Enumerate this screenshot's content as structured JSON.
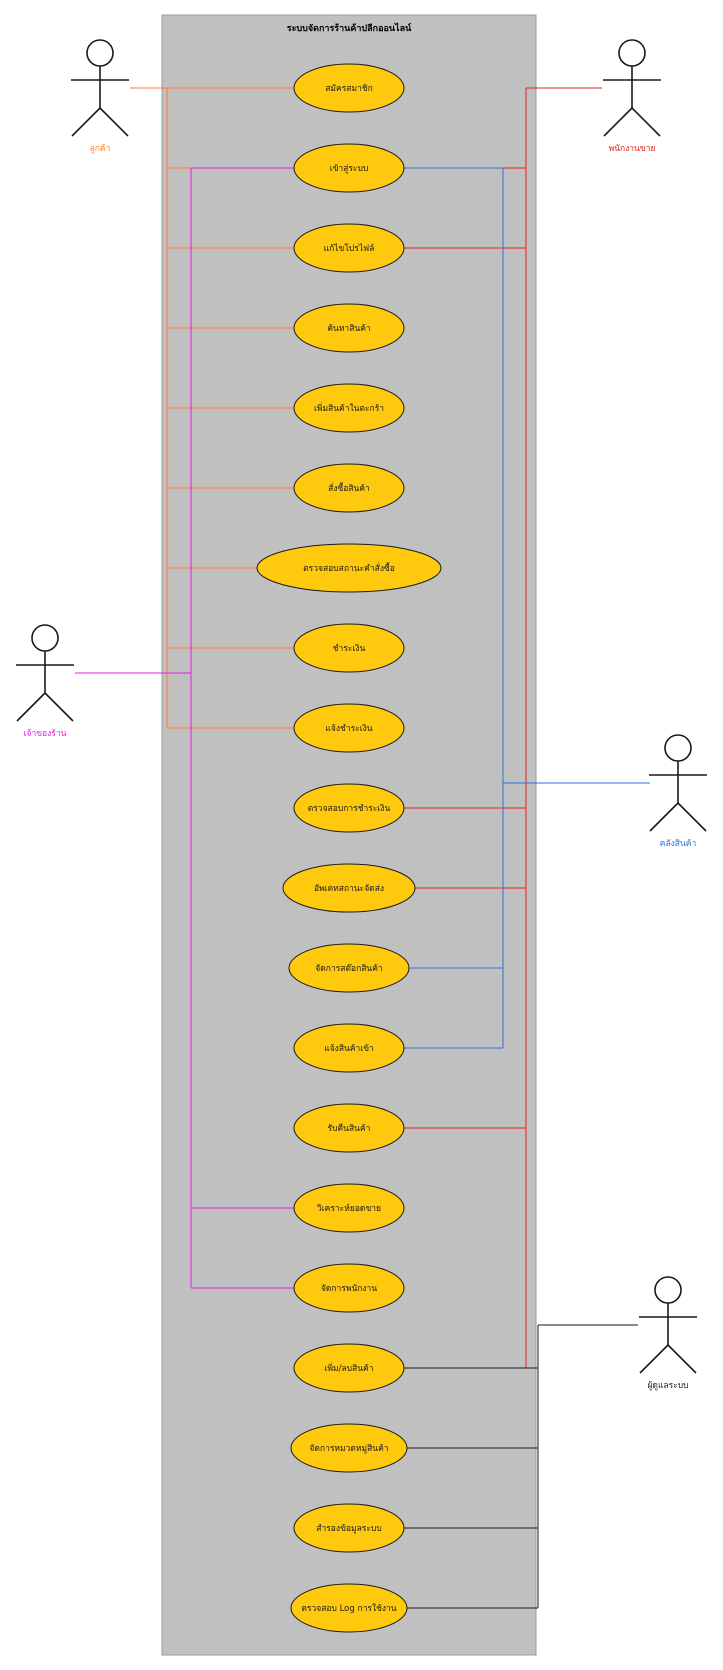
{
  "diagram": {
    "system_title": "ระบบจัดการร้านค้าปลีกออนไลน์",
    "actors": [
      {
        "id": "customer",
        "name": "ลูกค้า",
        "color": "#ff7f27"
      },
      {
        "id": "sales",
        "name": "พนักงานขาย",
        "color": "#e02020"
      },
      {
        "id": "owner",
        "name": "เจ้าของร้าน",
        "color": "#e020e0"
      },
      {
        "id": "warehouse",
        "name": "คลังสินค้า",
        "color": "#2f6fe0"
      },
      {
        "id": "admin",
        "name": "ผู้ดูแลระบบ",
        "color": "#1a1a1a"
      }
    ],
    "use_cases": [
      {
        "id": "register",
        "label": "สมัครสมาชิก"
      },
      {
        "id": "login",
        "label": "เข้าสู่ระบบ"
      },
      {
        "id": "edit_profile",
        "label": "แก้ไขโปรไฟล์"
      },
      {
        "id": "search",
        "label": "ค้นหาสินค้า"
      },
      {
        "id": "add_cart",
        "label": "เพิ่มสินค้าในตะกร้า"
      },
      {
        "id": "order",
        "label": "สั่งซื้อสินค้า"
      },
      {
        "id": "check_order",
        "label": "ตรวจสอบสถานะคำสั่งซื้อ"
      },
      {
        "id": "pay",
        "label": "ชำระเงิน"
      },
      {
        "id": "notify_pay",
        "label": "แจ้งชำระเงิน"
      },
      {
        "id": "check_pay",
        "label": "ตรวจสอบการชำระเงิน"
      },
      {
        "id": "update_ship",
        "label": "อัพเดทสถานะจัดส่ง"
      },
      {
        "id": "stock",
        "label": "จัดการสต๊อกสินค้า"
      },
      {
        "id": "notify_in",
        "label": "แจ้งสินค้าเข้า"
      },
      {
        "id": "return",
        "label": "รับคืนสินค้า"
      },
      {
        "id": "analyze",
        "label": "วิเคราะห์ยอดขาย"
      },
      {
        "id": "staff",
        "label": "จัดการพนักงาน"
      },
      {
        "id": "add_del",
        "label": "เพิ่ม/ลบสินค้า"
      },
      {
        "id": "category",
        "label": "จัดการหมวดหมู่สินค้า"
      },
      {
        "id": "backup",
        "label": "สำรองข้อมูลระบบ"
      },
      {
        "id": "log",
        "label": "ตรวจสอบ Log การใช้งาน"
      }
    ],
    "associations": {
      "customer": [
        "register",
        "login",
        "edit_profile",
        "search",
        "add_cart",
        "order",
        "check_order",
        "pay",
        "notify_pay"
      ],
      "owner": [
        "login",
        "analyze",
        "staff"
      ],
      "sales": [
        "login",
        "edit_profile",
        "check_pay",
        "update_ship",
        "return",
        "add_del"
      ],
      "warehouse": [
        "login",
        "stock",
        "notify_in"
      ],
      "admin": [
        "add_del",
        "category",
        "backup",
        "log"
      ]
    },
    "colors": {
      "system_boundary": "#c0c0c0",
      "use_case_fill": "#ffc90e",
      "use_case_stroke": "#1a1a1a"
    }
  }
}
